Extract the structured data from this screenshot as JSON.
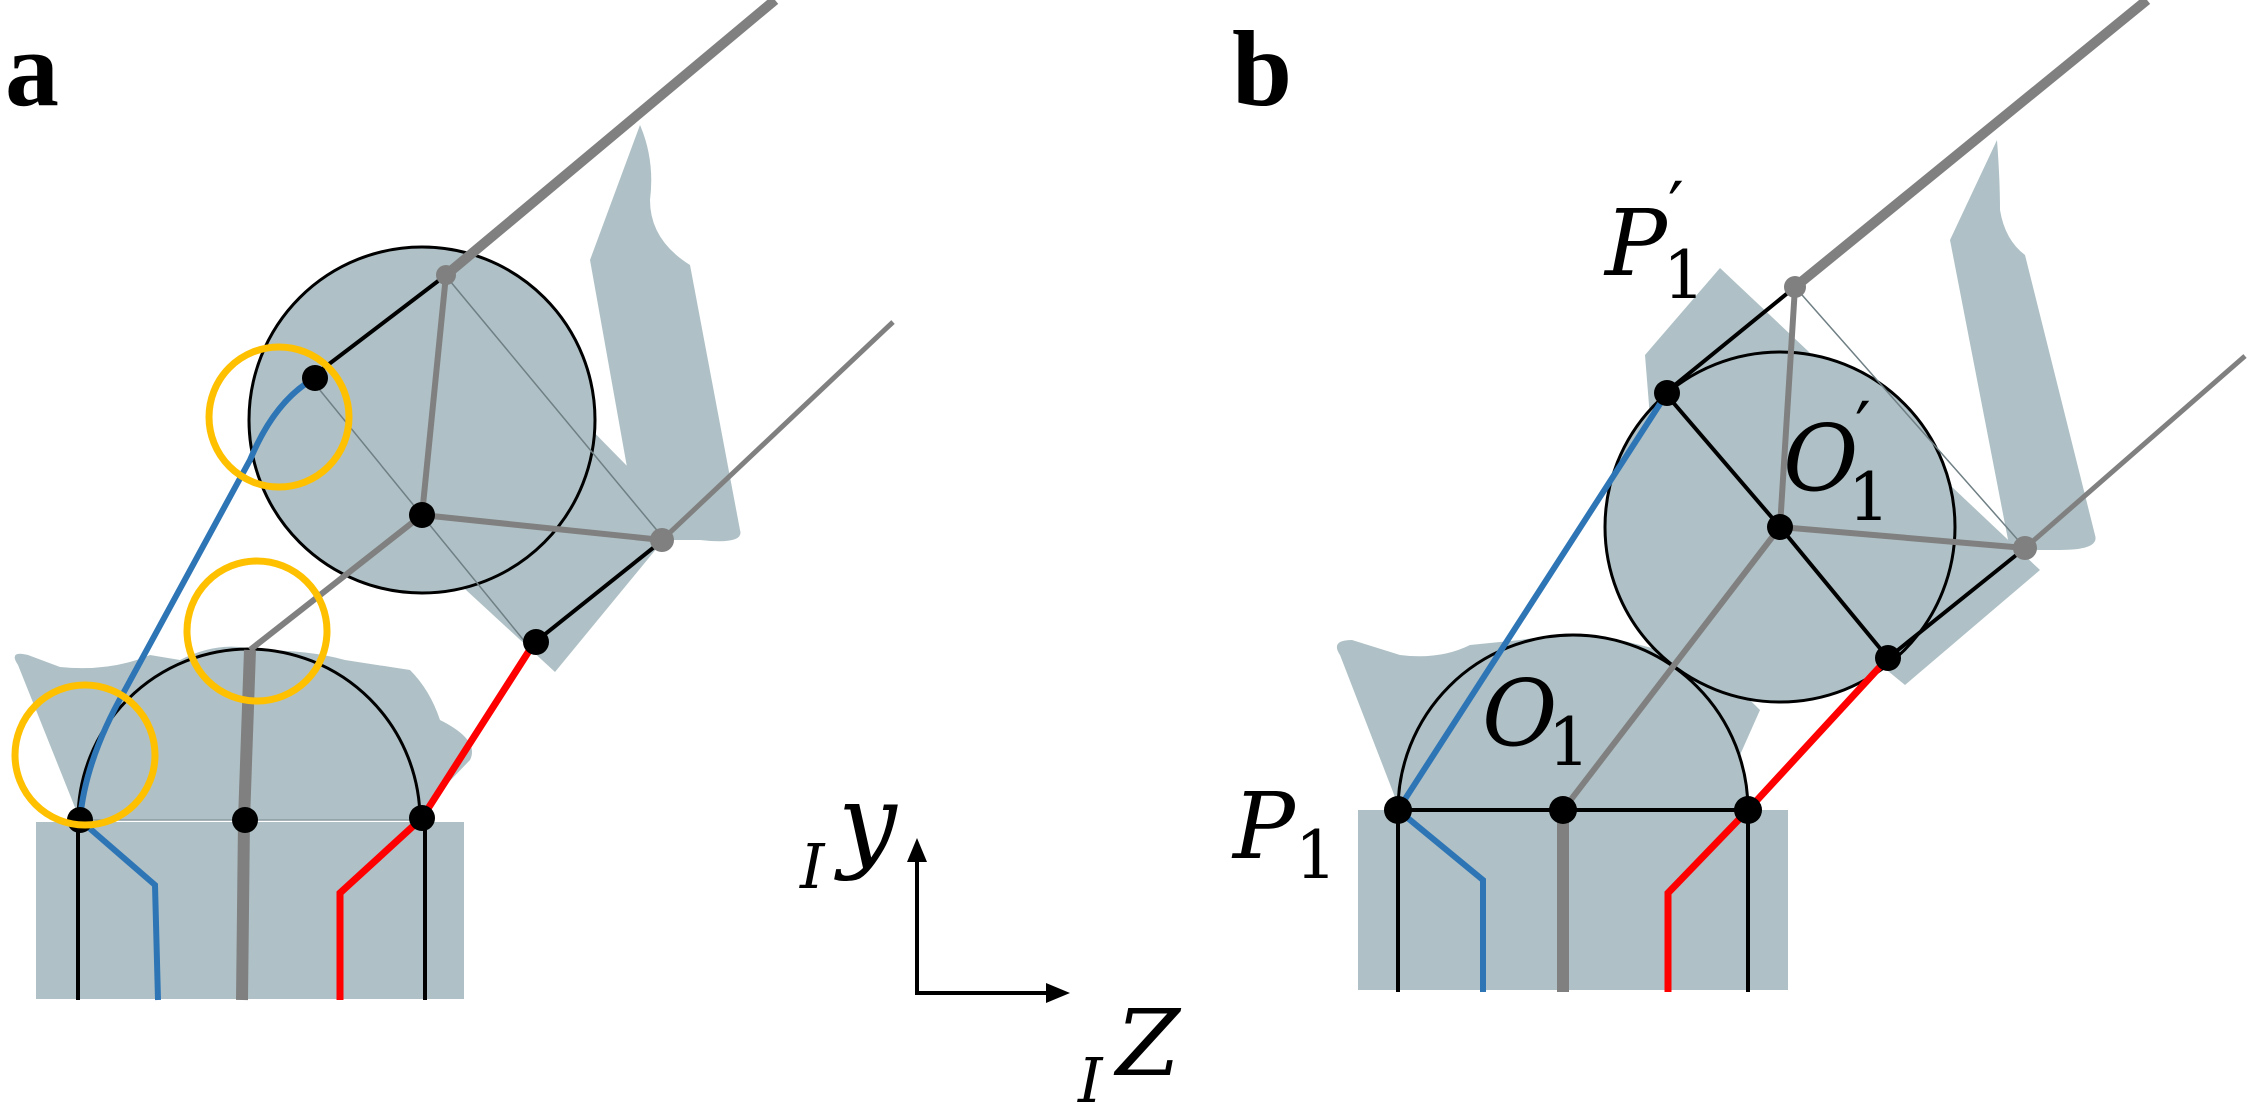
{
  "panels": {
    "a": {
      "letter": "a"
    },
    "b": {
      "letter": "b"
    }
  },
  "axes": {
    "y_axis": {
      "prefix": "I",
      "symbol": "y"
    },
    "z_axis": {
      "prefix": "I",
      "symbol": "Z"
    }
  },
  "labels": {
    "p1_prime": {
      "symbol": "P",
      "sub": "1",
      "prime": "′"
    },
    "o1_prime": {
      "symbol": "O",
      "sub": "1",
      "prime": "′"
    },
    "o1": {
      "symbol": "O",
      "sub": "1"
    },
    "p1": {
      "symbol": "P",
      "sub": "1"
    }
  },
  "colors": {
    "body_fill": "#afc1c6",
    "blue_tendon": "#2e75b6",
    "red_tendon": "#ff0000",
    "gray_link": "#808080",
    "highlight_circle": "#ffc000",
    "outline": "#000000"
  }
}
